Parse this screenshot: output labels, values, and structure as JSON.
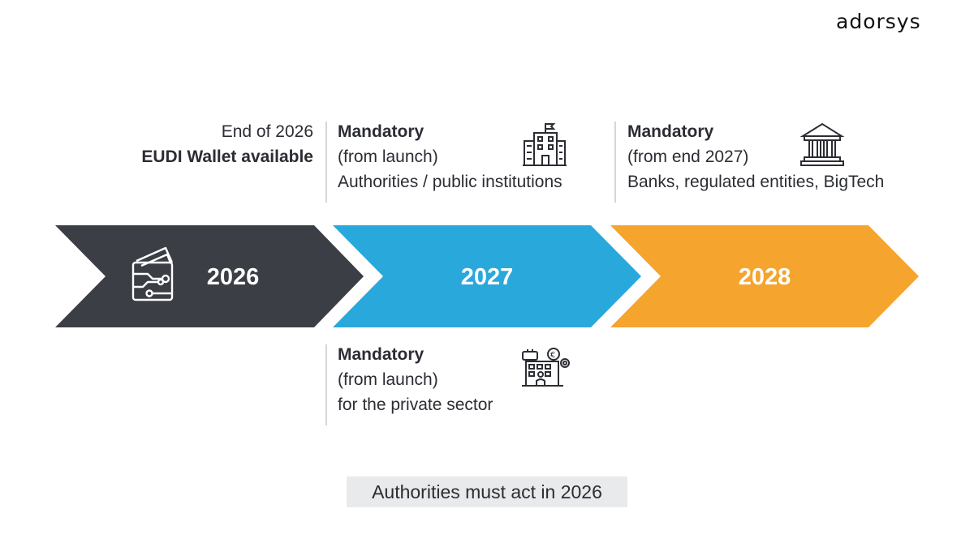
{
  "brand": {
    "logo_text": "adorsys"
  },
  "top_notes": {
    "wallet": {
      "line1": "End of 2026",
      "line2": "EUDI Wallet available"
    },
    "authorities": {
      "title": "Mandatory",
      "line2": "(from launch)",
      "line3": "Authorities / public institutions",
      "icon": "government-building-icon"
    },
    "banks": {
      "title": "Mandatory",
      "line2": "(from end 2027)",
      "line3": "Banks, regulated entities, BigTech",
      "icon": "bank-icon"
    }
  },
  "bottom_note": {
    "title": "Mandatory",
    "line2": "(from launch)",
    "line3": "for the private sector",
    "icon": "business-building-icon"
  },
  "timeline": [
    {
      "year": "2026",
      "color": "#3b3e45",
      "icon": "wallet-cards-icon"
    },
    {
      "year": "2027",
      "color": "#29a8dc"
    },
    {
      "year": "2028",
      "color": "#f5a42d"
    }
  ],
  "callout": "Authorities must act in 2026"
}
